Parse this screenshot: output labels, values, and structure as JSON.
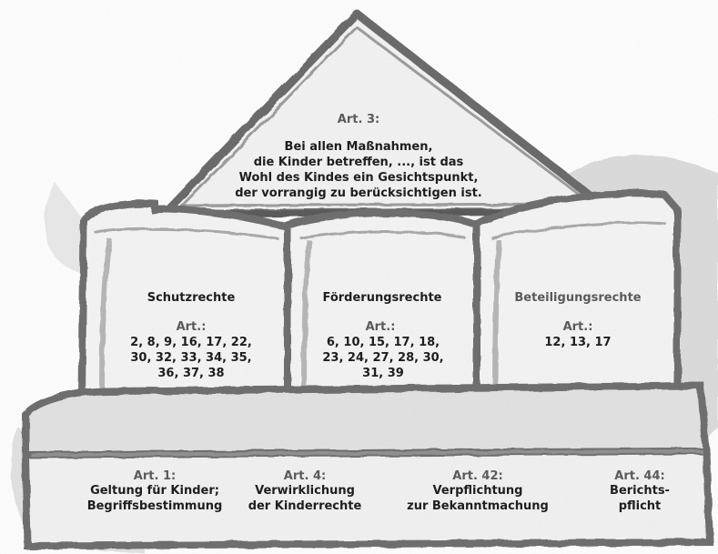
{
  "roof": {
    "heading": "Art. 3:",
    "text": "Bei allen Maßnahmen,\ndie Kinder betreffen, ..., ist das\nWohl des Kindes ein Gesichtspunkt,\nder vorrangig zu berücksichtigen ist."
  },
  "pillars": [
    {
      "title": "Schutzrechte",
      "art_label": "Art.:",
      "articles": "2, 8, 9, 16, 17, 22,\n30, 32, 33, 34, 35,\n36, 37, 38"
    },
    {
      "title": "Förderungsrechte",
      "art_label": "Art.:",
      "articles": "6, 10, 15, 17, 18,\n23, 24, 27, 28, 30,\n31, 39"
    },
    {
      "title": "Beteiligungsrechte",
      "art_label": "Art.:",
      "articles": "12, 13, 17"
    }
  ],
  "base": [
    {
      "heading": "Art. 1:",
      "text": "Geltung für Kinder;\nBegriffsbestimmung"
    },
    {
      "heading": "Art. 4:",
      "text": "Verwirklichung\nder Kinderrechte"
    },
    {
      "heading": "Art. 42:",
      "text": "Verpflichtung\nzur Bekanntmachung"
    },
    {
      "heading": "Art. 44:",
      "text": "Berichts-\npflicht"
    }
  ],
  "colors": {
    "outline": "#6a6a6a",
    "fill": "#f4f4f4",
    "shade": "#c9c9c9",
    "heading_text": "#5a5a5a",
    "body_text": "#1e1e1e"
  }
}
